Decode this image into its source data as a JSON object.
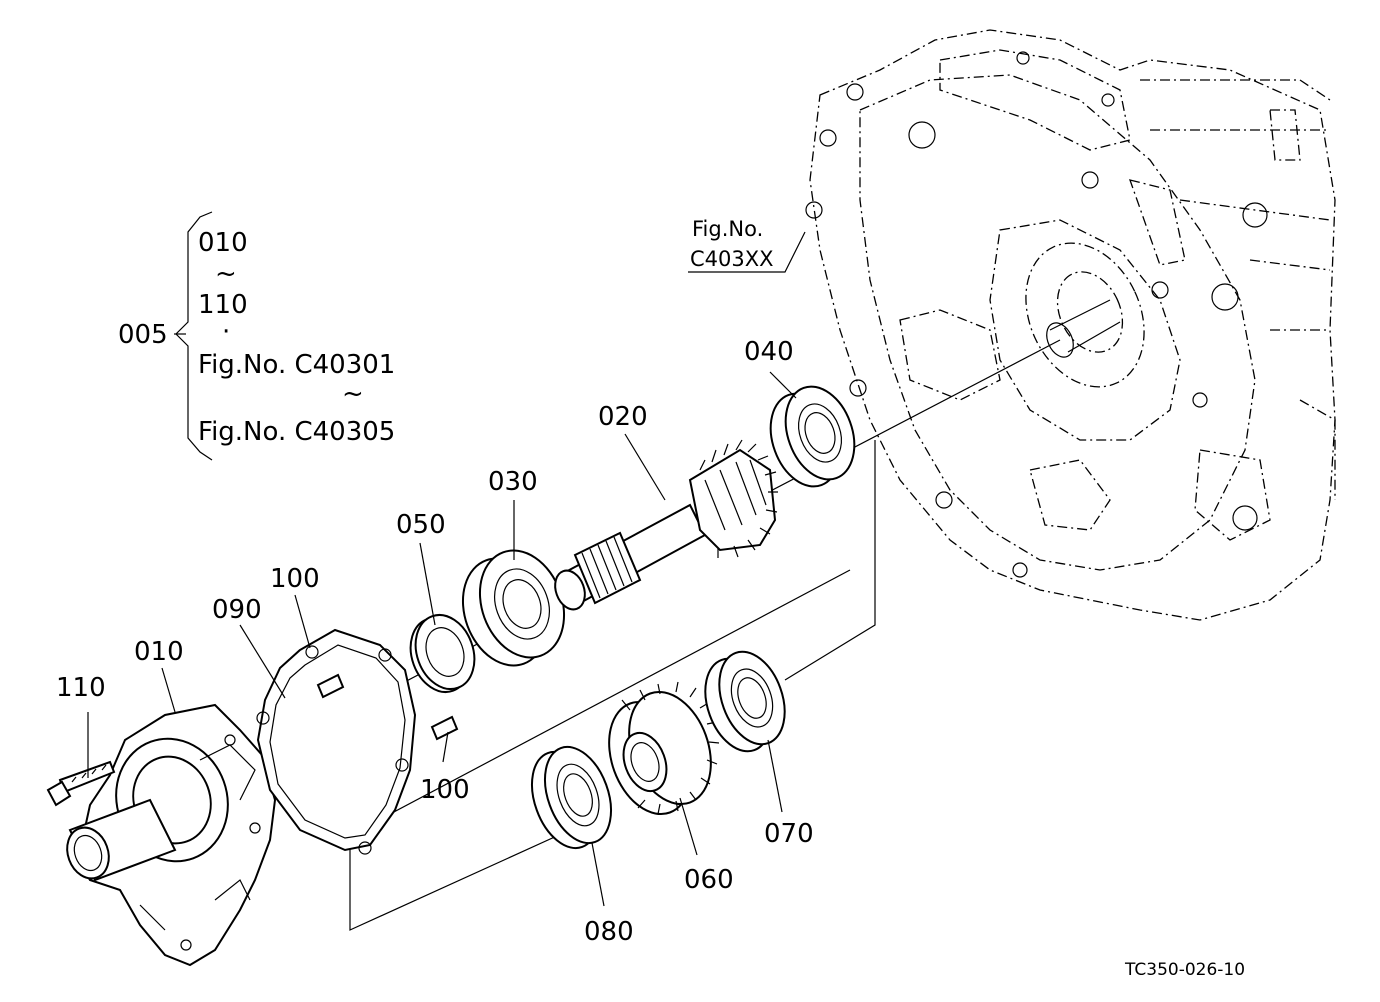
{
  "group": {
    "code": "005",
    "range_start": "010",
    "range_tilde": "~",
    "range_end": "110",
    "dot": "·",
    "fig_start": "Fig.No. C40301",
    "fig_tilde": "~",
    "fig_end": "Fig.No. C40305"
  },
  "housing_ref": {
    "line1": "Fig.No.",
    "line2": "C403XX"
  },
  "callouts": {
    "p010": "010",
    "p020": "020",
    "p030": "030",
    "p040": "040",
    "p050": "050",
    "p060": "060",
    "p070": "070",
    "p080": "080",
    "p090": "090",
    "p100a": "100",
    "p100b": "100",
    "p110": "110"
  },
  "drawing_code": "TC350-026-10"
}
